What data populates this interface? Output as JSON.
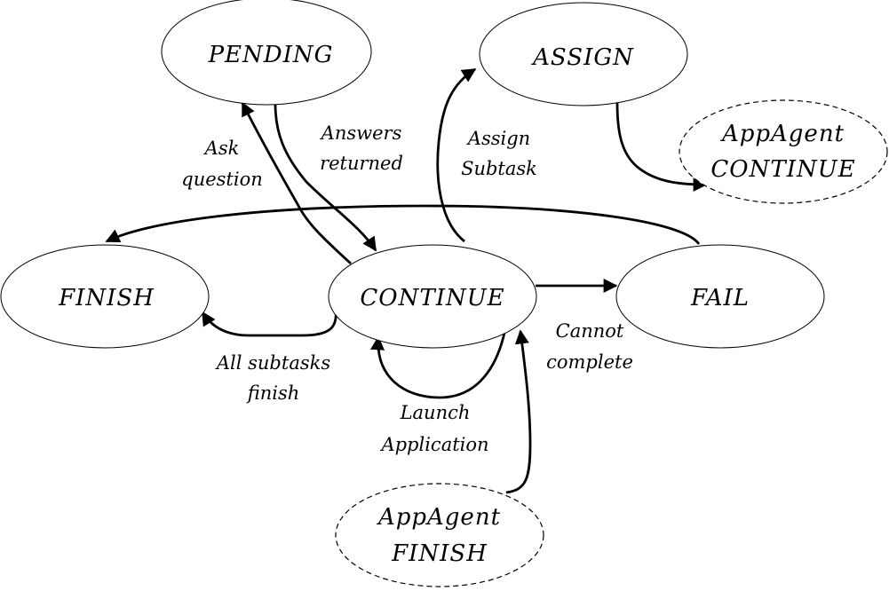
{
  "diagram": {
    "type": "state-machine",
    "nodes": {
      "pending": {
        "label": "PENDING",
        "style": "solid"
      },
      "assign": {
        "label": "ASSIGN",
        "style": "solid"
      },
      "appagent_continue": {
        "label_line1": "AppAgent",
        "label_line2": "CONTINUE",
        "style": "dashed"
      },
      "finish": {
        "label": "FINISH",
        "style": "solid"
      },
      "continue": {
        "label": "CONTINUE",
        "style": "solid"
      },
      "fail": {
        "label": "FAIL",
        "style": "solid"
      },
      "appagent_finish": {
        "label_line1": "AppAgent",
        "label_line2": "FINISH",
        "style": "dashed"
      }
    },
    "edges": {
      "ask_question": {
        "from": "CONTINUE",
        "to": "PENDING",
        "line1": "Ask",
        "line2": "question"
      },
      "answers_returned": {
        "from": "PENDING",
        "to": "CONTINUE",
        "line1": "Answers",
        "line2": "returned"
      },
      "assign_subtask": {
        "from": "CONTINUE",
        "to": "ASSIGN",
        "line1": "Assign",
        "line2": "Subtask"
      },
      "assign_to_appagent": {
        "from": "ASSIGN",
        "to": "AppAgent CONTINUE"
      },
      "fail_to_finish": {
        "from": "FAIL",
        "to": "FINISH"
      },
      "cannot_complete": {
        "from": "CONTINUE",
        "to": "FAIL",
        "line1": "Cannot",
        "line2": "complete"
      },
      "all_subtasks_finish": {
        "from": "CONTINUE",
        "to": "FINISH",
        "line1": "All subtasks",
        "line2": "finish"
      },
      "launch_application": {
        "from": "CONTINUE",
        "to": "CONTINUE",
        "line1": "Launch",
        "line2": "Application"
      },
      "appagent_finish_return": {
        "from": "AppAgent FINISH",
        "to": "CONTINUE"
      }
    }
  }
}
